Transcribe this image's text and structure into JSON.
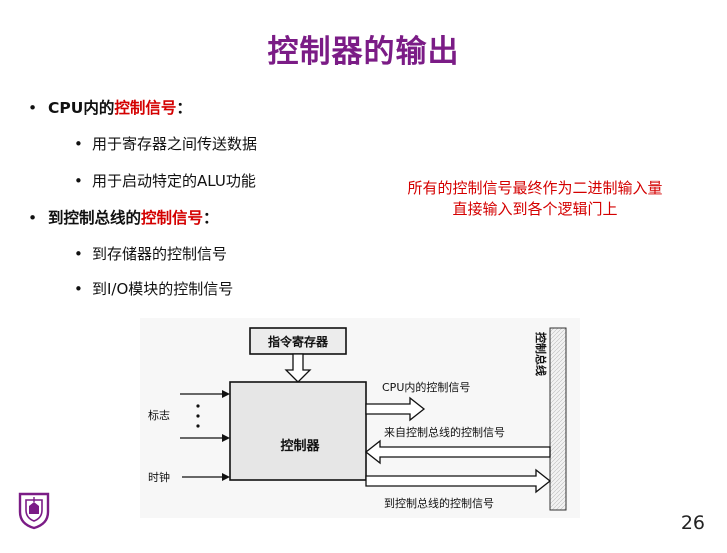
{
  "slide": {
    "title": "控制器的输出",
    "bullets": [
      {
        "prefix": "CPU内的",
        "highlight": "控制信号",
        "suffix": "：",
        "subitems": [
          "用于寄存器之间传送数据",
          "用于启动特定的ALU功能"
        ]
      },
      {
        "prefix": "到控制总线的",
        "highlight": "控制信号",
        "suffix": "：",
        "subitems": [
          "到存储器的控制信号",
          "到I/O模块的控制信号"
        ]
      }
    ],
    "note_lines": [
      "所有的控制信号最终作为二进制输入量",
      "直接输入到各个逻辑门上"
    ],
    "page_number": "26"
  },
  "diagram": {
    "ir_label": "指令寄存器",
    "controller_label": "控制器",
    "flags_label": "标志",
    "clock_label": "时钟",
    "bus_label": "控制总线",
    "arrow_labels": [
      "CPU内的控制信号",
      "来自控制总线的控制信号",
      "到控制总线的控制信号"
    ]
  },
  "colors": {
    "title": "#7b1c86",
    "highlight": "#d40000",
    "note": "#d40000"
  }
}
